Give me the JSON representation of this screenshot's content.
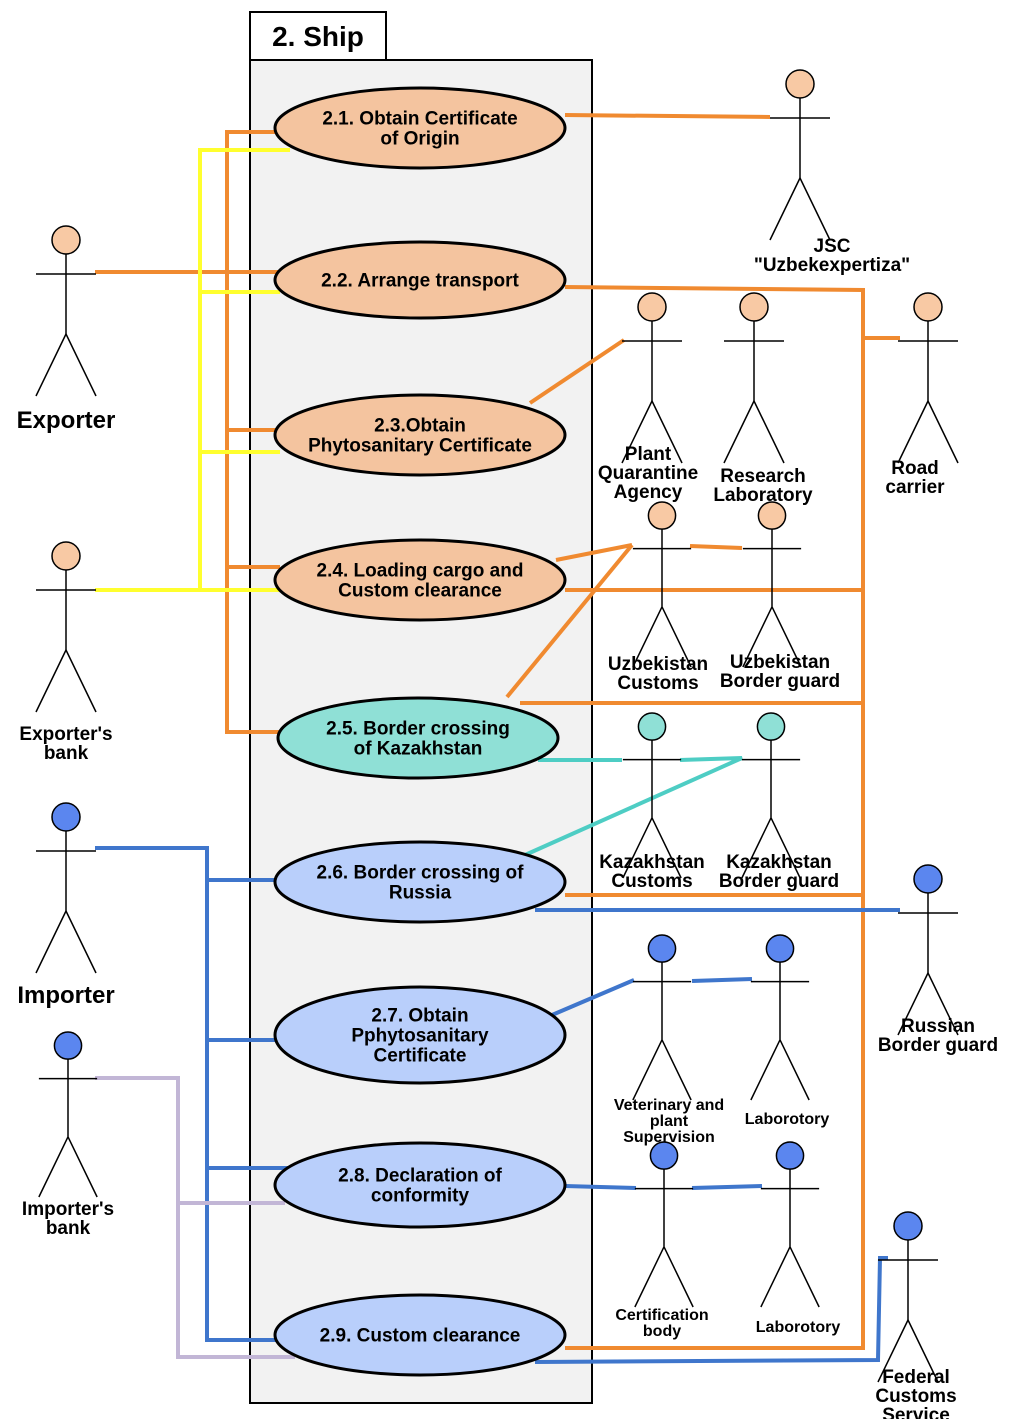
{
  "system": {
    "title": "2. Ship"
  },
  "colors": {
    "exporter_side": "#f4c49f",
    "kazakhstan": "#8fe0d6",
    "importer_side": "#b9cffb",
    "actor_orange": "#f8c9a4",
    "actor_teal": "#8fe0d6",
    "actor_blue": "#5b86ef",
    "line_orange": "#f08a30",
    "line_yellow": "#ffff2e",
    "line_teal": "#4ecdc4",
    "line_blue": "#3f76cc",
    "line_lilac": "#c2b6d6"
  },
  "use_cases": [
    {
      "id": "uc21",
      "lines": [
        "2.1. Obtain Certificate",
        "of Origin"
      ],
      "color": "exporter_side"
    },
    {
      "id": "uc22",
      "lines": [
        "2.2. Arrange transport"
      ],
      "color": "exporter_side"
    },
    {
      "id": "uc23",
      "lines": [
        "2.3.Obtain",
        "Phytosanitary Certificate"
      ],
      "color": "exporter_side"
    },
    {
      "id": "uc24",
      "lines": [
        "2.4. Loading cargo and",
        "Custom clearance"
      ],
      "color": "exporter_side"
    },
    {
      "id": "uc25",
      "lines": [
        "2.5. Border crossing",
        "of Kazakhstan"
      ],
      "color": "kazakhstan"
    },
    {
      "id": "uc26",
      "lines": [
        "2.6. Border crossing  of",
        "Russia"
      ],
      "color": "importer_side"
    },
    {
      "id": "uc27",
      "lines": [
        "2.7. Obtain",
        "Pphytosanitary",
        "Certificate"
      ],
      "color": "importer_side"
    },
    {
      "id": "uc28",
      "lines": [
        "2.8. Declaration of",
        "conformity"
      ],
      "color": "importer_side"
    },
    {
      "id": "uc29",
      "lines": [
        "2.9. Custom clearance"
      ],
      "color": "importer_side"
    }
  ],
  "actors": [
    {
      "id": "exporter",
      "lines": [
        "Exporter"
      ],
      "color": "actor_orange",
      "label_size": "large"
    },
    {
      "id": "exporters_bank",
      "lines": [
        "Exporter's",
        "bank"
      ],
      "color": "actor_orange",
      "label_size": "medium"
    },
    {
      "id": "importer",
      "lines": [
        "Importer"
      ],
      "color": "actor_blue",
      "label_size": "large"
    },
    {
      "id": "importers_bank",
      "lines": [
        "Importer's",
        "bank"
      ],
      "color": "actor_blue",
      "label_size": "medium"
    },
    {
      "id": "uzbekexpertiza",
      "lines": [
        "JSC",
        "\"Uzbekexpertiza\""
      ],
      "color": "actor_orange",
      "label_size": "medium"
    },
    {
      "id": "road_carrier",
      "lines": [
        "Road",
        "carrier"
      ],
      "color": "actor_orange",
      "label_size": "medium"
    },
    {
      "id": "plant_quarantine",
      "lines": [
        "Plant",
        "Quarantine",
        "Agency"
      ],
      "color": "actor_orange",
      "label_size": "medium"
    },
    {
      "id": "research_lab",
      "lines": [
        "Research",
        "Laboratory"
      ],
      "color": "actor_orange",
      "label_size": "medium"
    },
    {
      "id": "uz_customs",
      "lines": [
        "Uzbekistan",
        "Customs"
      ],
      "color": "actor_orange",
      "label_size": "medium"
    },
    {
      "id": "uz_border_guard",
      "lines": [
        "Uzbekistan",
        "Border guard"
      ],
      "color": "actor_orange",
      "label_size": "medium"
    },
    {
      "id": "kz_customs",
      "lines": [
        "Kazakhstan",
        "Customs"
      ],
      "color": "actor_teal",
      "label_size": "medium"
    },
    {
      "id": "kz_border_guard",
      "lines": [
        "Kazakhstan",
        "Border guard"
      ],
      "color": "actor_teal",
      "label_size": "medium"
    },
    {
      "id": "ru_border_guard",
      "lines": [
        "Russian",
        "Border guard"
      ],
      "color": "actor_blue",
      "label_size": "medium"
    },
    {
      "id": "vet_plant",
      "lines": [
        "Veterinary and",
        "plant",
        "Supervision"
      ],
      "color": "actor_blue",
      "label_size": "small"
    },
    {
      "id": "laborotory_1",
      "lines": [
        "Laborotory"
      ],
      "color": "actor_blue",
      "label_size": "small"
    },
    {
      "id": "cert_body",
      "lines": [
        "Certification",
        "body"
      ],
      "color": "actor_blue",
      "label_size": "small"
    },
    {
      "id": "laborotory_2",
      "lines": [
        "Laborotory"
      ],
      "color": "actor_blue",
      "label_size": "small"
    },
    {
      "id": "federal_customs",
      "lines": [
        "Federal",
        "Customs",
        "Service"
      ],
      "color": "actor_blue",
      "label_size": "medium"
    }
  ]
}
